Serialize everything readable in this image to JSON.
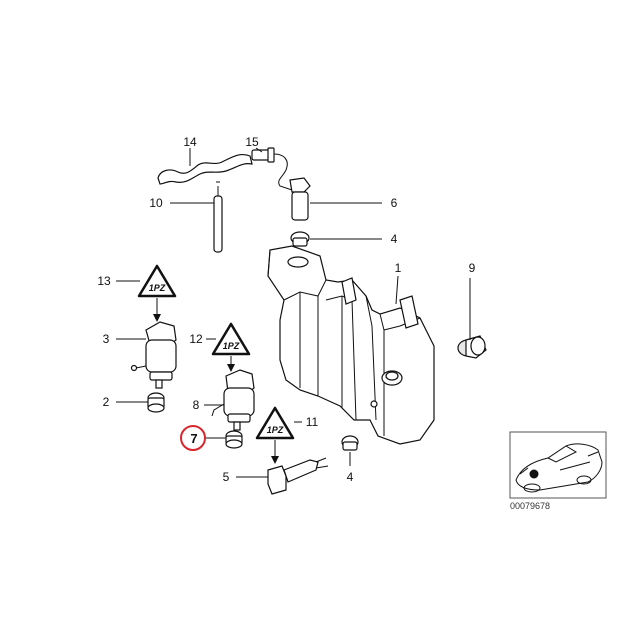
{
  "callouts": {
    "c1": "1",
    "c2": "2",
    "c3": "3",
    "c4a": "4",
    "c4b": "4",
    "c5": "5",
    "c6": "6",
    "c7": "7",
    "c8": "8",
    "c9": "9",
    "c10": "10",
    "c11": "11",
    "c12": "12",
    "c13": "13",
    "c14": "14",
    "c15": "15"
  },
  "warning_symbols": {
    "label": "1PZ"
  },
  "reference": {
    "number": "00079678"
  },
  "colors": {
    "highlight_circle": "#d9262c",
    "line": "#111111"
  }
}
